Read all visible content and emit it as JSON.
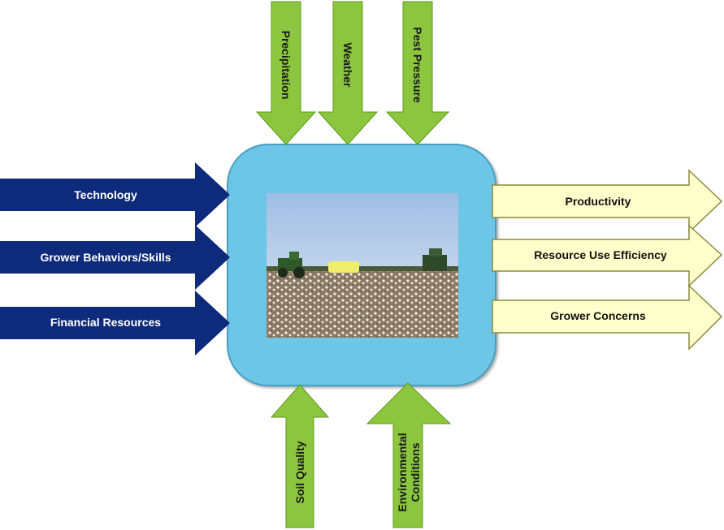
{
  "inputs_left": [
    {
      "label": "Technology"
    },
    {
      "label": "Grower Behaviors/Skills"
    },
    {
      "label": "Financial Resources"
    }
  ],
  "inputs_top": [
    {
      "label": "Precipitation"
    },
    {
      "label": "Weather"
    },
    {
      "label": "Pest Pressure"
    }
  ],
  "inputs_bottom": [
    {
      "label": "Soil Quality"
    },
    {
      "label_line1": "Environmental",
      "label_line2": "Conditions"
    }
  ],
  "outputs_right": [
    {
      "label": "Productivity"
    },
    {
      "label": "Resource Use Efficiency"
    },
    {
      "label": "Grower Concerns"
    }
  ],
  "colors": {
    "navy_arrow": "#0e2a7a",
    "green_arrow": "#8cc63f",
    "yellow_arrow": "#ffffcc",
    "center_box": "#6ec6e6",
    "photo_sky": "#a9c4e4",
    "photo_field": "#8a7a66"
  }
}
